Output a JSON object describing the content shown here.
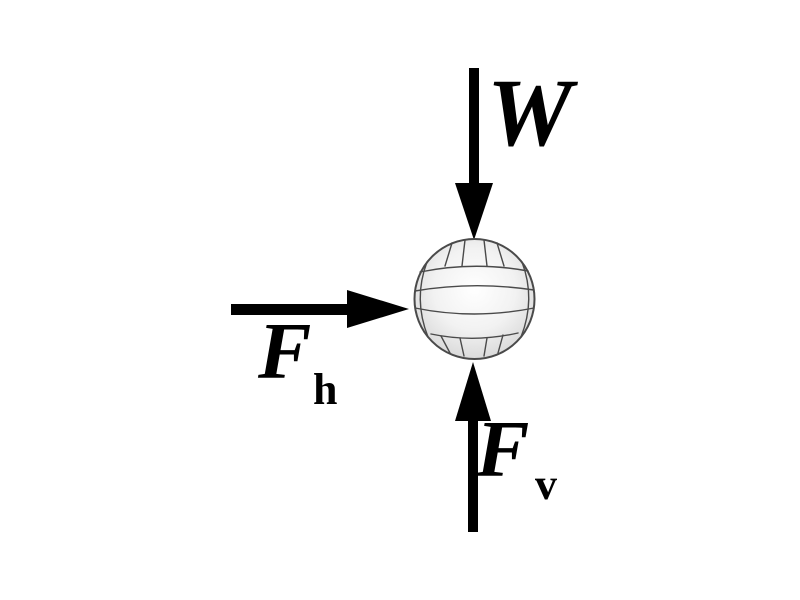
{
  "figure": {
    "kind": "free-body-diagram",
    "object": "volleyball"
  },
  "colors": {
    "arrow": "#000000",
    "ball_outline": "#4a4a4a",
    "ball_seam": "#4a4a4a",
    "ball_highlight": "#ffffff",
    "ball_mid": "#f2f2f2",
    "ball_shadow": "#d6d6d6"
  },
  "forces": [
    {
      "name": "weight",
      "label": "W",
      "subscript": "",
      "direction": "down"
    },
    {
      "name": "horizontal-force",
      "label": "F",
      "subscript": "h",
      "direction": "right"
    },
    {
      "name": "vertical-force",
      "label": "F",
      "subscript": "v",
      "direction": "up"
    }
  ]
}
